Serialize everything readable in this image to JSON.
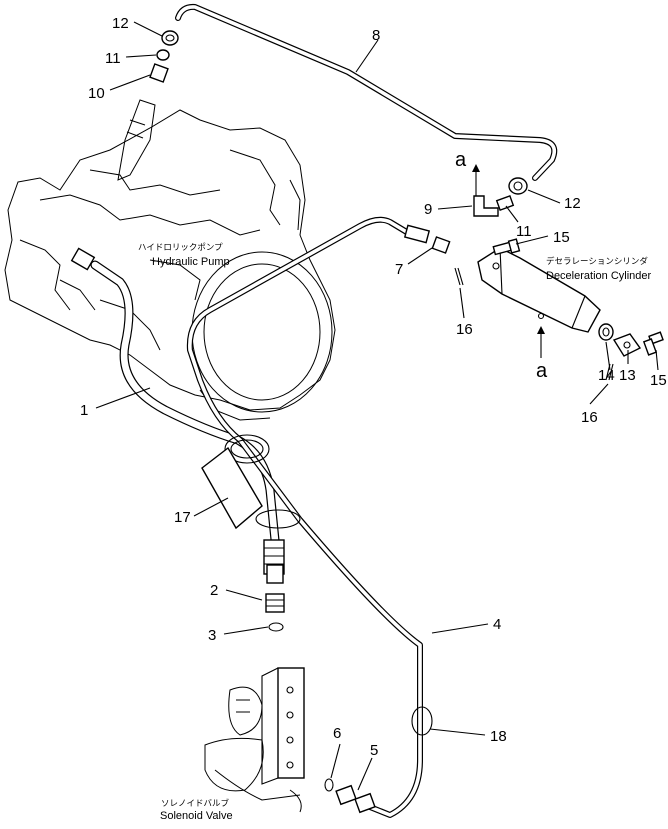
{
  "labels": {
    "pump_jp": "ハイドロリックポンプ",
    "pump_en": "Hydraulic Pump",
    "cyl_jp": "デセラレーションシリンダ",
    "cyl_en": "Deceleration Cylinder",
    "valve_jp": "ソレノイドバルブ",
    "valve_en": "Solenoid Valve"
  },
  "view_marks": {
    "top": "a",
    "bottom": "a"
  },
  "callouts": {
    "c1": "1",
    "c2": "2",
    "c3": "3",
    "c4": "4",
    "c5": "5",
    "c6": "6",
    "c7": "7",
    "c8": "8",
    "c9": "9",
    "c10": "10",
    "c11a": "11",
    "c11b": "11",
    "c12a": "12",
    "c12b": "12",
    "c13": "13",
    "c14": "14",
    "c15a": "15",
    "c15b": "15",
    "c16a": "16",
    "c16b": "16",
    "c17": "17",
    "c18": "18"
  }
}
